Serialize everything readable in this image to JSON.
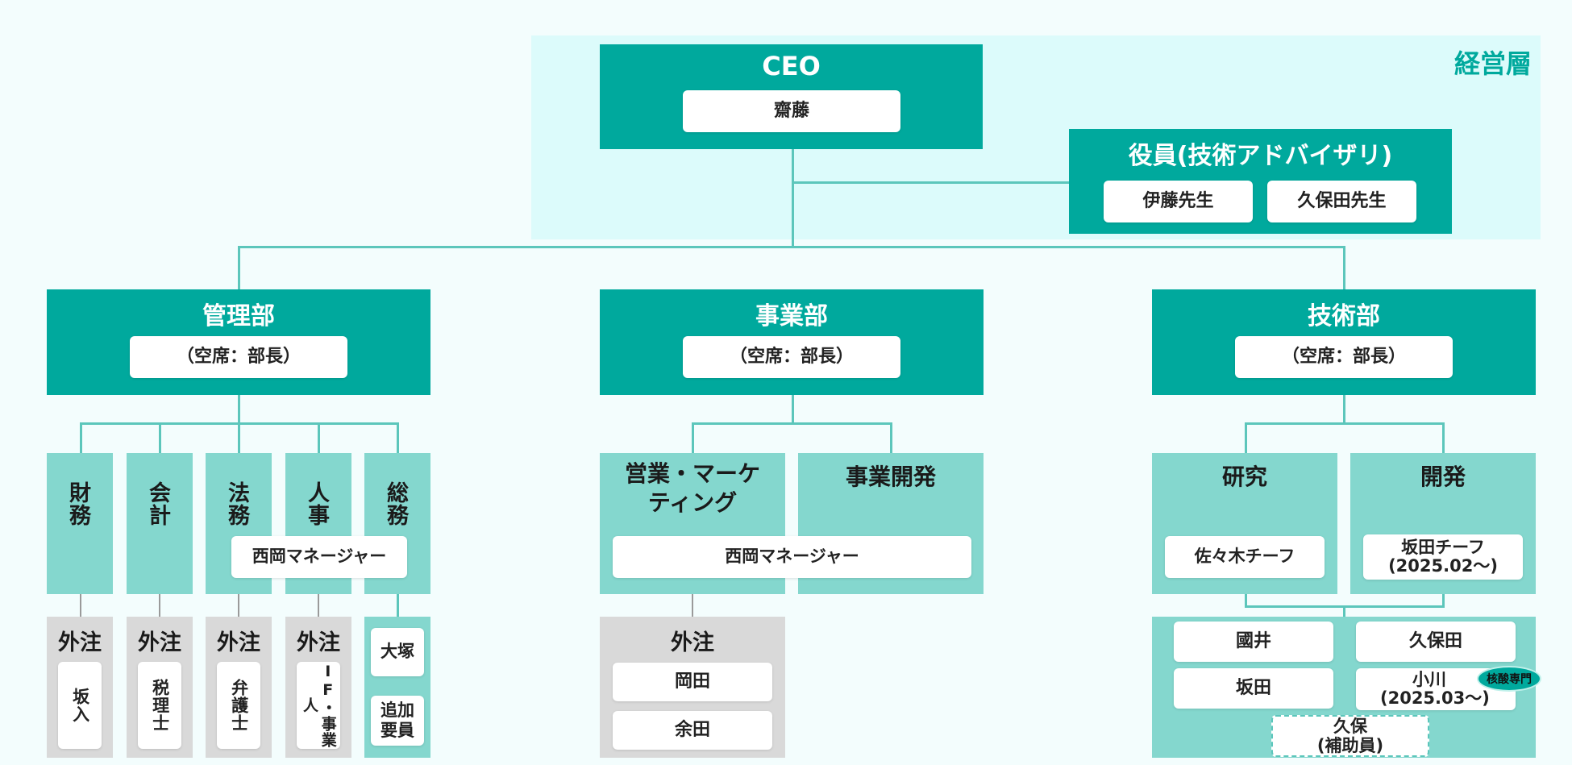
{
  "executive": {
    "label": "経営層",
    "ceo": {
      "title": "CEO",
      "name": "齋藤"
    },
    "advisors": {
      "title": "役員(技術アドバイザリ)",
      "members": [
        "伊藤先生",
        "久保田先生"
      ]
    }
  },
  "departments": {
    "admin": {
      "title": "管理部",
      "head": "（空席：部長）",
      "units": [
        "財務",
        "会計",
        "法務",
        "人事",
        "総務"
      ],
      "manager": "西岡マネージャー",
      "outsourcing_label": "外注",
      "outsourced": [
        "坂入",
        "税理士",
        "弁護士",
        "IF・事業人"
      ],
      "general_affairs_staff": [
        "大塚",
        "追加要員"
      ]
    },
    "business": {
      "title": "事業部",
      "head": "（空席：部長）",
      "units": [
        "営業・マーケティング",
        "事業開発"
      ],
      "manager": "西岡マネージャー",
      "outsourcing_label": "外注",
      "outsourced": [
        "岡田",
        "余田"
      ]
    },
    "tech": {
      "title": "技術部",
      "head": "（空席：部長）",
      "units": [
        "研究",
        "開発"
      ],
      "research_chief": "佐々木チーフ",
      "dev_chief": "坂田チーフ",
      "dev_chief_since": "(2025.02〜)",
      "members": [
        "國井",
        "久保田",
        "坂田"
      ],
      "ogawa": {
        "name": "小川",
        "since": "(2025.03〜)",
        "badge": "核酸専門"
      },
      "assistant": {
        "name": "久保",
        "role": "(補助員)"
      }
    }
  }
}
